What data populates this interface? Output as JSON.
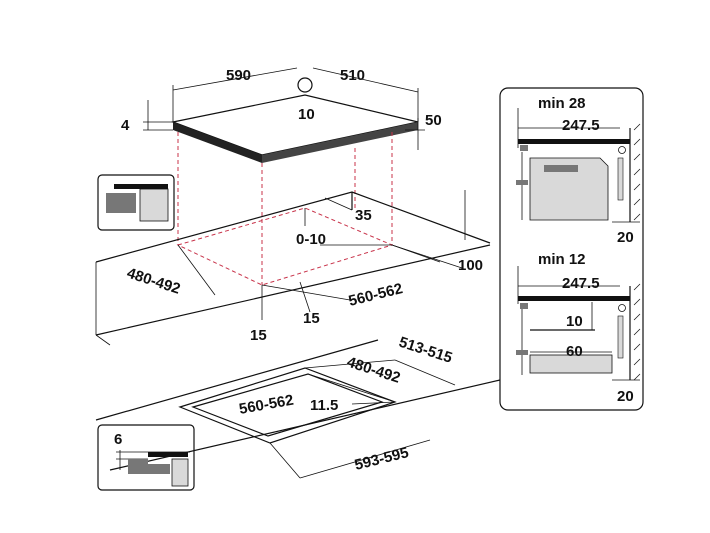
{
  "hob_top": {
    "width": "590",
    "depth": "510",
    "glass": "4",
    "height": "50",
    "hole": "10"
  },
  "cutout_top": {
    "setback": "35",
    "tolerance": "0-10",
    "wall": "100",
    "cut_depth": "480-492",
    "cut_width": "560-562",
    "margin_left": "15",
    "margin_right": "15"
  },
  "flush_mount": {
    "rebate_depth": "513-515",
    "cut_depth": "480-492",
    "cut_width": "560-562",
    "radius": "11.5",
    "rebate_width": "593-595",
    "rebate_height": "6"
  },
  "clearance_panel": {
    "top_min": "min 28",
    "top_width": "247.5",
    "top_wall": "20",
    "bottom_min": "min 12",
    "bottom_width": "247.5",
    "bottom_gap": "10",
    "bottom_depth": "60",
    "bottom_wall": "20"
  },
  "colors": {
    "line": "#111111",
    "guide": "#c8334a",
    "fill_dark": "#777777",
    "fill_light": "#d9d9d9"
  }
}
